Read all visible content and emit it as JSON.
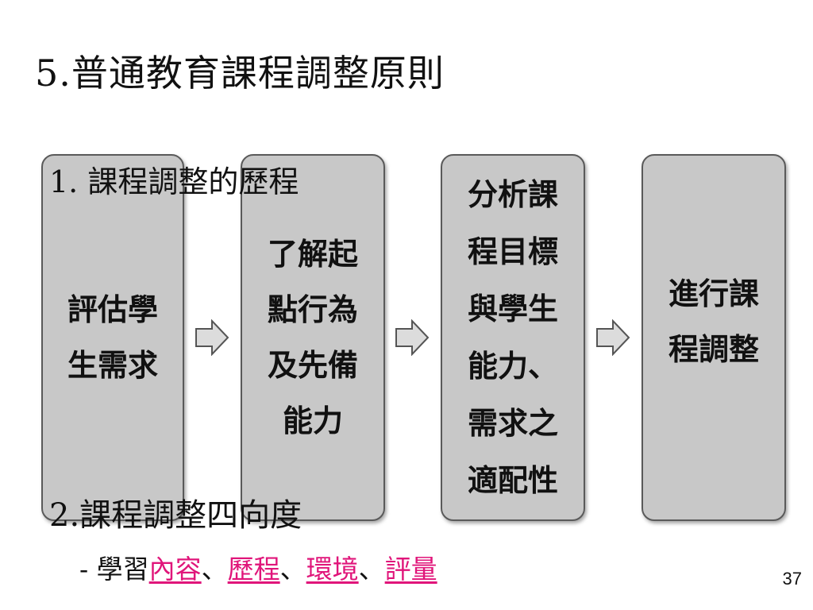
{
  "slide": {
    "title": "5.普通教育課程調整原則",
    "process_boxes": [
      {
        "label": "評估學\n生需求"
      },
      {
        "label": "了解起\n點行為\n及先備\n能力"
      },
      {
        "label": "分析課\n程目標\n與學生\n能力、\n需求之\n適配性"
      },
      {
        "label": "進行課\n程調整"
      }
    ],
    "arrow_icon": "right-block-arrow",
    "subheading_1": "1. 課程調整的歷程",
    "subheading_2": "2.課程調整四向度",
    "bullet": {
      "prefix": "- 學習",
      "items": [
        "內容",
        "歷程",
        "環境",
        "評量"
      ],
      "separator": "、"
    },
    "highlight_color": "#e0157a",
    "page_number": "37"
  }
}
